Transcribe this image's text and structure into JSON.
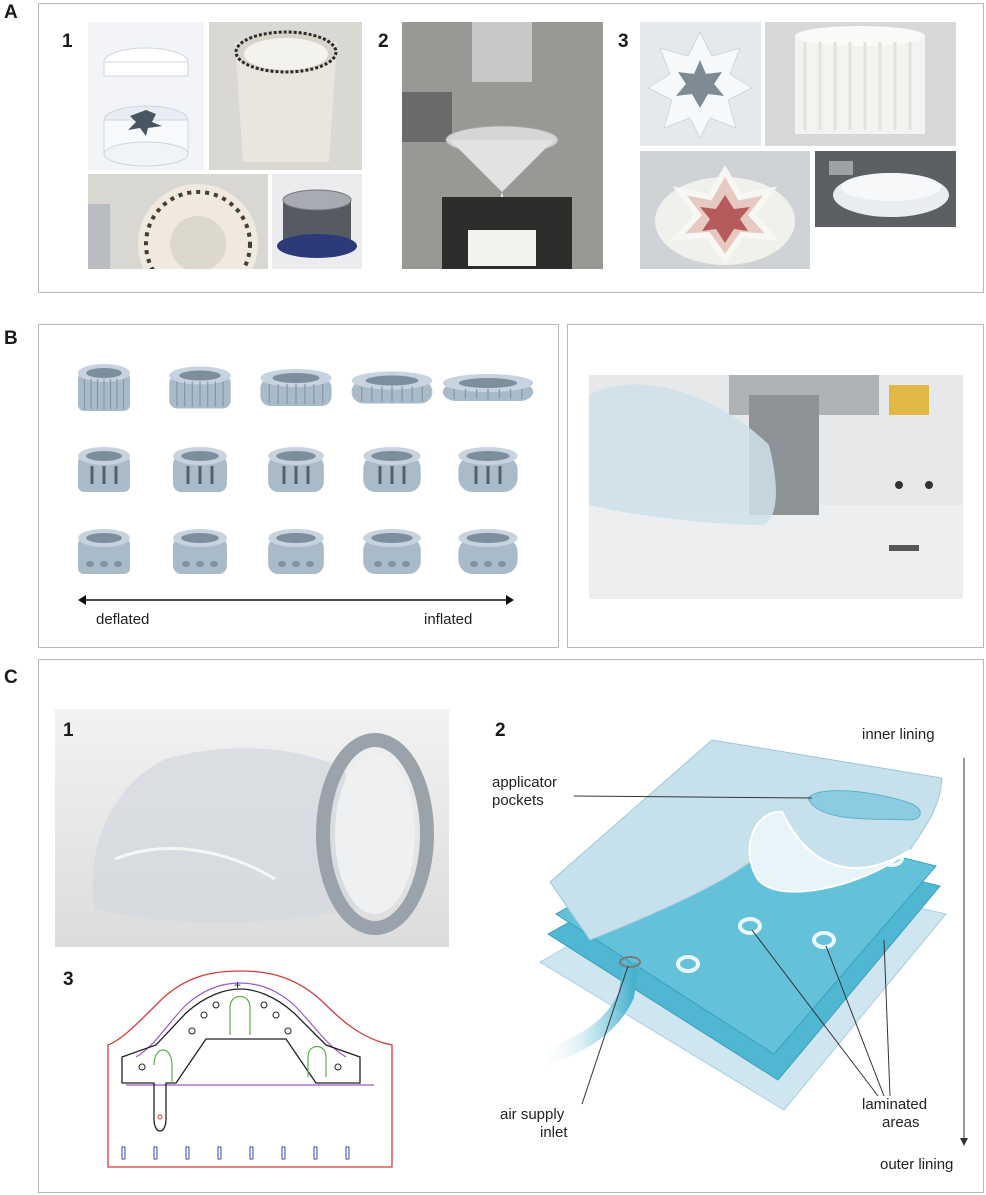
{
  "figure": {
    "panel_a": {
      "letter": "A",
      "sub1": "1",
      "sub2": "2",
      "sub3": "3"
    },
    "panel_b": {
      "letter": "B",
      "deflated": "deflated",
      "inflated": "inflated"
    },
    "panel_c": {
      "letter": "C",
      "sub1": "1",
      "sub2": "2",
      "sub3": "3",
      "inner_lining": "inner lining",
      "outer_lining": "outer lining",
      "applicator_pockets_1": "applicator",
      "applicator_pockets_2": "pockets",
      "laminated_areas_1": "laminated",
      "laminated_areas_2": "areas",
      "air_supply_inlet_1": "air supply",
      "air_supply_inlet_2": "inlet"
    }
  },
  "colors": {
    "frame": "#b9b9b9",
    "photo_light": "#eef0f2",
    "mold_blue": "#a9bac8",
    "layer_teal": "#49b3cf",
    "layer_light": "#bfe1ec",
    "outline_red": "#d23b3b",
    "outline_green": "#5bb04a",
    "outline_purple": "#9a5bc7"
  }
}
